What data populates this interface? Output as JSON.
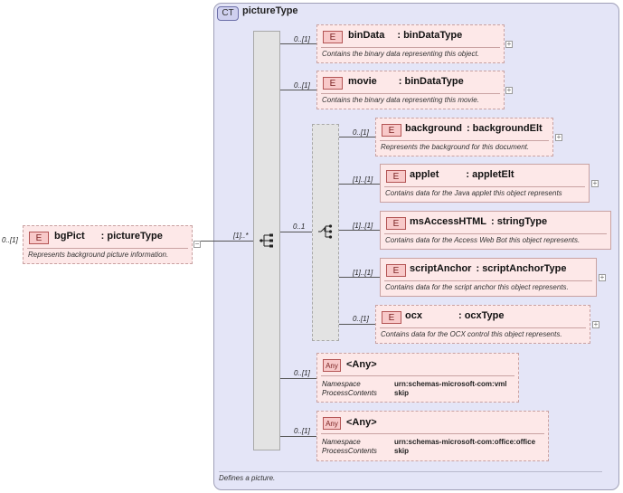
{
  "root": {
    "cardinality": "0..[1]",
    "name": "bgPict",
    "type": ": pictureType",
    "doc": "Represents background picture information.",
    "badge": "E"
  },
  "sequence_cardinality": "[1]..*",
  "complex_type": {
    "badge": "CT",
    "title": "pictureType",
    "doc": "Defines a picture."
  },
  "elements": [
    {
      "cardinality": "0..[1]",
      "badge": "E",
      "name": "binData",
      "type": ": binDataType",
      "doc": "Contains the binary data representing this object."
    },
    {
      "cardinality": "0..[1]",
      "badge": "E",
      "name": "movie",
      "type": ": binDataType",
      "doc": "Contains the binary data representing this movie."
    }
  ],
  "choice": {
    "cardinality": "0..1",
    "elements": [
      {
        "cardinality": "0..[1]",
        "badge": "E",
        "name": "background",
        "type": ": backgroundElt",
        "doc": "Represents the background for this document."
      },
      {
        "cardinality": "[1]..[1]",
        "badge": "E",
        "name": "applet",
        "type": ": appletElt",
        "doc": "Contains data for the Java applet this object represents"
      },
      {
        "cardinality": "[1]..[1]",
        "badge": "E",
        "name": "msAccessHTML",
        "type": ": stringType",
        "doc": "Contains data for the Access Web Bot this object represents."
      },
      {
        "cardinality": "[1]..[1]",
        "badge": "E",
        "name": "scriptAnchor",
        "type": ": scriptAnchorType",
        "doc": "Contains data for the script anchor this object represents."
      },
      {
        "cardinality": "0..[1]",
        "badge": "E",
        "name": "ocx",
        "type": ": ocxType",
        "doc": "Contains data for the OCX control this object represents."
      }
    ]
  },
  "any_elements": [
    {
      "cardinality": "0..[1]",
      "badge": "Any",
      "name": "<Any>",
      "ns_label": "Namespace",
      "ns_value": "urn:schemas-microsoft-com:vml",
      "pc_label": "ProcessContents",
      "pc_value": "skip"
    },
    {
      "cardinality": "0..[1]",
      "badge": "Any",
      "name": "<Any>",
      "ns_label": "Namespace",
      "ns_value": "urn:schemas-microsoft-com:office:office",
      "pc_label": "ProcessContents",
      "pc_value": "skip"
    }
  ],
  "colors": {
    "element_fill": "#fde8e8",
    "element_border": "#c9a2a2",
    "type_fill": "#e4e5f7"
  }
}
